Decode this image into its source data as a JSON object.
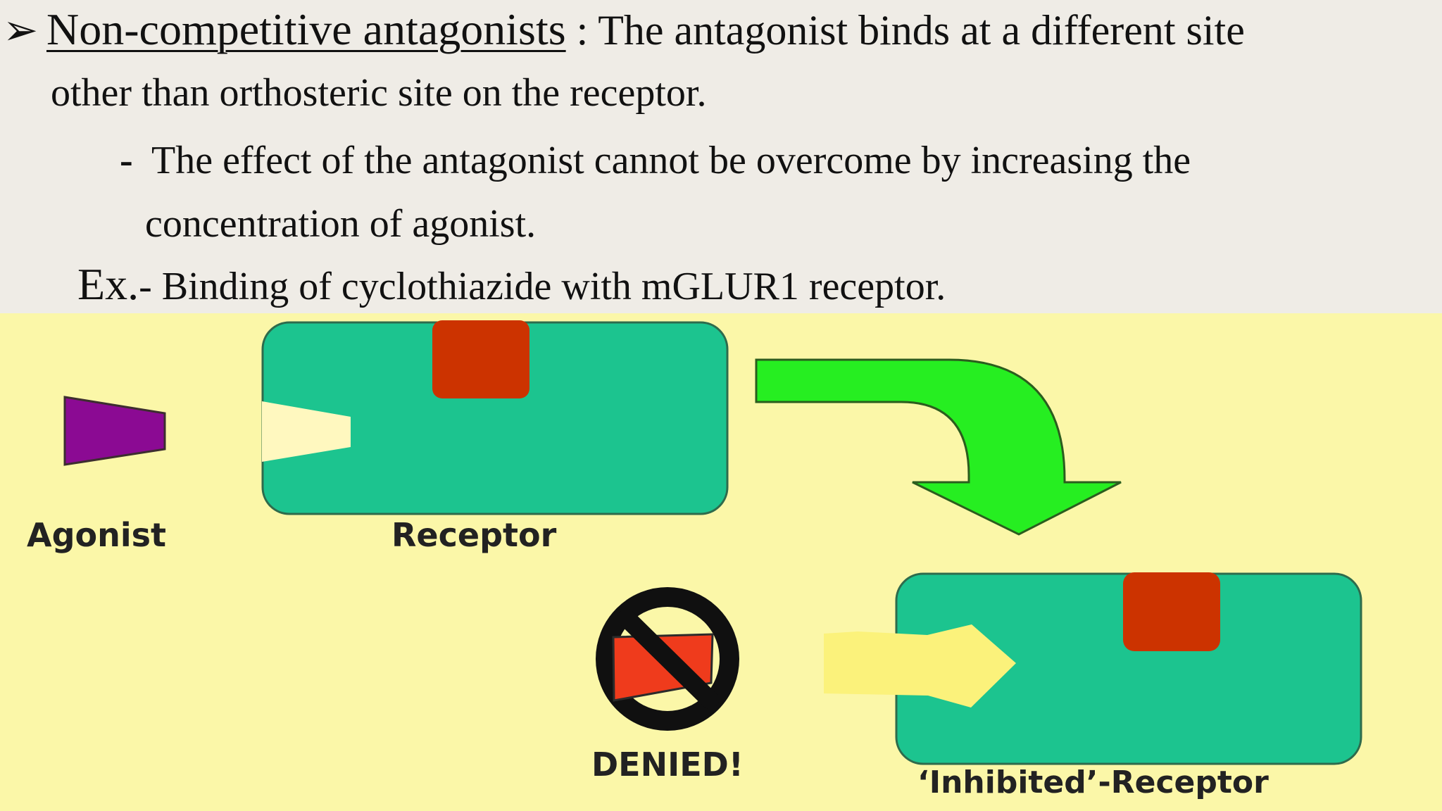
{
  "slide": {
    "bullet_icon": "arrow-bullet-icon",
    "term": "Non-competitive antagonists",
    "definition_colon": " : ",
    "definition_line1": "The antagonist binds at a  different site",
    "definition_line2": "other than orthosteric site on the receptor.",
    "sub_point_dash": "-",
    "sub_point_line1": "The effect of the antagonist cannot be overcome by increasing  the",
    "sub_point_line2": "concentration of agonist.",
    "example_prefix": "Ex.",
    "example_text": "- Binding of cyclothiazide with mGLUR1 receptor."
  },
  "diagram": {
    "labels": {
      "agonist": "Agonist",
      "receptor": "Receptor",
      "denied": "DENIED!",
      "inhibited_receptor": "‘Inhibited’-Receptor"
    },
    "icons": {
      "agonist": "agonist-shape-icon",
      "receptor": "receptor-block-icon",
      "allosteric_site": "allosteric-site-icon",
      "arrow": "curved-arrow-icon",
      "denied": "no-entry-icon",
      "antagonist": "antagonist-shape-icon"
    },
    "colors": {
      "background": "#fbf7a8",
      "receptor": "#1cc48f",
      "allosteric_site": "#cc3300",
      "agonist": "#8b0a93",
      "arrow": "#26ee21",
      "denied_ring": "#101010",
      "denied_agonist": "#ef3b1c",
      "antagonist": "#fbf27b"
    }
  }
}
